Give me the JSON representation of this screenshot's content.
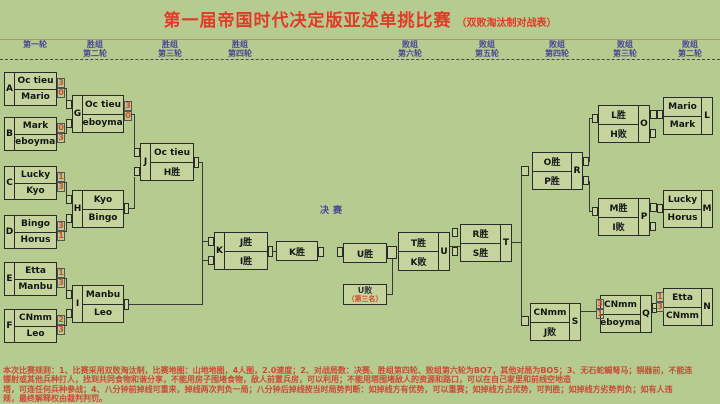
{
  "title": {
    "main": "第一届帝国时代决定版亚述单挑比赛",
    "sub": "（双败淘汰制对战表）"
  },
  "round_labels": [
    {
      "a": "第一轮",
      "b": ""
    },
    {
      "a": "胜组",
      "b": "第二轮"
    },
    {
      "a": "胜组",
      "b": "第三轮"
    },
    {
      "a": "胜组",
      "b": "第四轮"
    },
    {
      "a": "败组",
      "b": "第六轮"
    },
    {
      "a": "败组",
      "b": "第五轮"
    },
    {
      "a": "败组",
      "b": "第四轮"
    },
    {
      "a": "败组",
      "b": "第三轮"
    },
    {
      "a": "败组",
      "b": "第二轮"
    }
  ],
  "final_label": "决赛",
  "matches": {
    "A": {
      "letter": "A",
      "p1": "Oc tieu",
      "p2": "Mario",
      "s1": "3",
      "s2": "0"
    },
    "B": {
      "letter": "B",
      "p1": "Mark",
      "p2": "Yeboyman",
      "s1": "0",
      "s2": "3"
    },
    "C": {
      "letter": "C",
      "p1": "Lucky",
      "p2": "Kyo",
      "s1": "1",
      "s2": "3"
    },
    "D": {
      "letter": "D",
      "p1": "Bingo",
      "p2": "Horus",
      "s1": "3",
      "s2": "1"
    },
    "E": {
      "letter": "E",
      "p1": "Etta",
      "p2": "Manbu",
      "s1": "1",
      "s2": "3"
    },
    "F": {
      "letter": "F",
      "p1": "CNmm",
      "p2": "Leo",
      "s1": "2",
      "s2": "3"
    },
    "G": {
      "letter": "G",
      "p1": "Oc tieu",
      "p2": "Yeboyman",
      "s1": "3",
      "s2": "0"
    },
    "H": {
      "letter": "H",
      "p1": "Kyo",
      "p2": "Bingo"
    },
    "I": {
      "letter": "I",
      "p1": "Manbu",
      "p2": "Leo"
    },
    "J": {
      "letter": "J",
      "p1": "Oc tieu",
      "p2": "H胜"
    },
    "K": {
      "letter": "K",
      "p1": "J胜",
      "p2": "I胜"
    },
    "L": {
      "letter": "L",
      "p1": "Mario",
      "p2": "Mark"
    },
    "M": {
      "letter": "M",
      "p1": "Lucky",
      "p2": "Horus"
    },
    "N": {
      "letter": "N",
      "p1": "Etta",
      "p2": "CNmm",
      "s1": "1",
      "s2": "3"
    },
    "O": {
      "letter": "O",
      "p1": "L胜",
      "p2": "H败"
    },
    "P": {
      "letter": "P",
      "p1": "M胜",
      "p2": "I败"
    },
    "Q": {
      "letter": "Q",
      "p1": "CNmm",
      "p2": "Yeboyman",
      "s1": "3",
      "s2": "1"
    },
    "R": {
      "letter": "R",
      "p1": "O胜",
      "p2": "P胜"
    },
    "S": {
      "letter": "S",
      "p1": "CNmm",
      "p2": "J败"
    },
    "T": {
      "letter": "T",
      "p1": "R胜",
      "p2": "S胜"
    },
    "U": {
      "letter": "U",
      "p1": "T胜",
      "p2": "K败"
    }
  },
  "singles": {
    "k_win": "K胜",
    "u_win": "U胜",
    "u_lose": "U败",
    "u_lose_sub": "（第三名）"
  },
  "rules": {
    "line1": "本次比赛规则：1、比赛采用双败淘汰制，比赛地图：山地地图，4人图，2.0速度；2、对战局数：决赛、胜组第四轮、败组第六轮为BO7，其他对局为BO5；3、无石蛇蝎弩马；铜器前，不能连",
    "line2": "镖射或其他兵种打人，找到共同食物和谐分享，不能用房子围堵食物，敌人前置兵房，可以利用；不能用塔围堵敌人的资源和路口，可以在自己家里和前线空地造",
    "line3": "塔，可连任何兵种参战；4、八分钟前掉线可重来，掉线两次判负一局；八分钟后掉线按当时局势判断：如掉线方有优势，可以重赛；如掉线方占优势，可判胜；如掉线方劣势判负；如有人违",
    "line4": "规，最终解释权由裁判判罚。"
  },
  "colors": {
    "background": "#b5cb8f",
    "box_fill": "#c4d49c",
    "title_red": "#e23a28",
    "label_purple": "#4a4496",
    "score_red": "#d2482e",
    "rules_red": "#cc4936"
  }
}
